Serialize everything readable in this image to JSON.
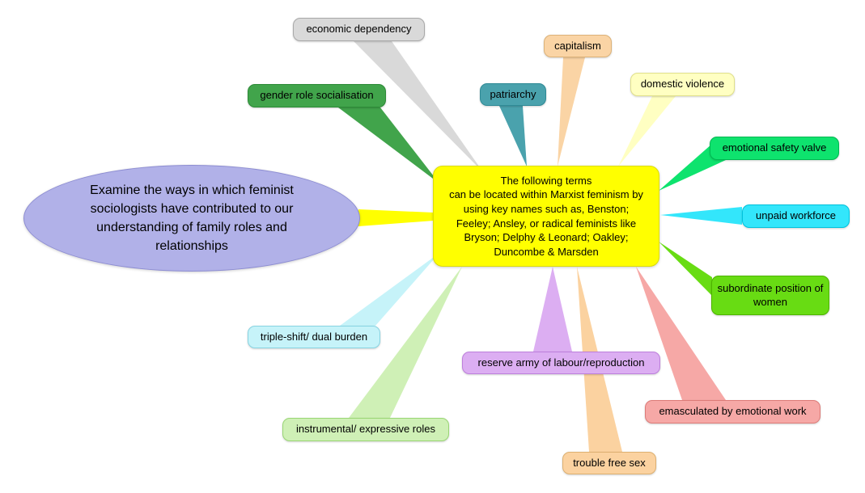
{
  "canvas": {
    "background": "#ffffff"
  },
  "root_topic": {
    "lines": [
      "Examine the ways in which feminist",
      "sociologists have contributed to our",
      "understanding of family roles and",
      "relationships"
    ],
    "fill": "#b1b1e8",
    "border": "#8d8dd2"
  },
  "center_topic": {
    "lines": [
      "The following terms",
      "can be located within Marxist feminism by",
      "using key names such as, Benston;",
      "Feeley; Ansley, or radical feminists like",
      "Bryson; Delphy & Leonard; Oakley;",
      "Duncombe & Marsden"
    ],
    "fill": "#ffff00",
    "border": "#dcdc00"
  },
  "nodes": [
    {
      "label": "economic dependency",
      "fill": "#d9d9d9",
      "border": "#a8a8a8"
    },
    {
      "label": "capitalism",
      "fill": "#fad4a5",
      "border": "#dcb278"
    },
    {
      "label": "domestic violence",
      "fill": "#ffffc2",
      "border": "#e0e08a"
    },
    {
      "label": "gender role socialisation",
      "fill": "#41a44b",
      "border": "#2c8a36"
    },
    {
      "label": "patriarchy",
      "fill": "#4aa2ad",
      "border": "#2f8a96"
    },
    {
      "label": "emotional safety valve",
      "fill": "#0ee36e",
      "border": "#00b851"
    },
    {
      "label": "unpaid workforce",
      "fill": "#33e6fb",
      "border": "#00c2dc"
    },
    {
      "label": "subordinate position of women",
      "fill": "#68dc13",
      "border": "#4db300"
    },
    {
      "label": "triple-shift/ dual burden",
      "fill": "#c6f3f9",
      "border": "#88d4e2"
    },
    {
      "label": "reserve army of labour/reproduction",
      "fill": "#dcaef2",
      "border": "#bd7fdc"
    },
    {
      "label": "instrumental/ expressive roles",
      "fill": "#cff0b6",
      "border": "#99d674"
    },
    {
      "label": "emasculated by emotional work",
      "fill": "#f6a8a6",
      "border": "#dd7b78"
    },
    {
      "label": "trouble free sex",
      "fill": "#fbd2a0",
      "border": "#ddb071"
    }
  ]
}
